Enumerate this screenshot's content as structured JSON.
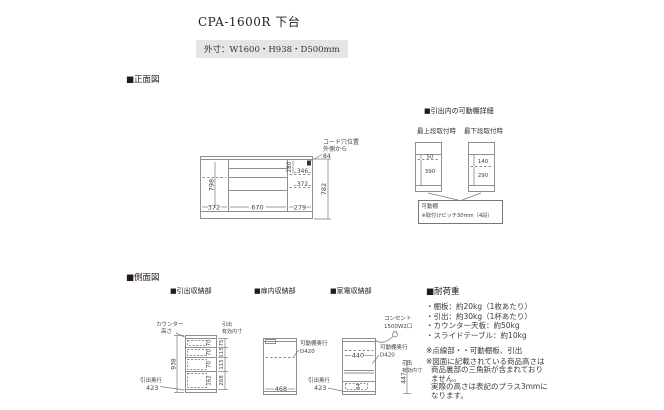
{
  "page": {
    "title": "CPA-1600R 下台",
    "outer_size": "外寸：W1600・H938・D500mm"
  },
  "sections": {
    "front": "■正面図",
    "side": "■側面図",
    "shelf_detail": "■引出内の可動棚詳細",
    "load": "■耐荷重"
  },
  "front_view": {
    "width_left": "372",
    "width_mid": "670",
    "width_right": "279",
    "height_inner": "798",
    "height_total": "782",
    "upper_height": "280",
    "niche_width": "346",
    "niche_width2": "372",
    "cord_hole": {
      "line1": "コード穴位置",
      "line2": "外側から",
      "value": "84"
    }
  },
  "shelf_detail": {
    "top_position_label": "最上段取付時",
    "bottom_position_label": "最下段取付時",
    "top_position": {
      "above": "50",
      "below": "390"
    },
    "bottom_position": {
      "above": "140",
      "below": "290"
    },
    "note": {
      "line1": "可動棚",
      "line2": "※取付けピッチ30mm（4段）"
    }
  },
  "side_views": {
    "drawer": {
      "label": "■引出収納部",
      "counter_line1": "カウンター",
      "counter_line2": "高さ",
      "total_height": "938",
      "depth_label": "引出奥行",
      "depth_value": "423",
      "inner_label_line1": "引出",
      "inner_label_line2": "有効内寸",
      "front_heights": [
        "70",
        "70",
        "70",
        "162"
      ],
      "inner_heights": [
        "75",
        "115",
        "115",
        "268"
      ]
    },
    "door": {
      "label": "■扉内収納部",
      "shelf_depth_line1": "可動棚奥行",
      "shelf_depth_line2": "D420",
      "inner_depth": "468"
    },
    "appliance": {
      "label": "■家電収納部",
      "outlet_line1": "コンセント",
      "outlet_line2": "1500W2口",
      "inner_width": "440",
      "shelf_depth_line1": "可動棚奥行",
      "shelf_depth_line2": "D420",
      "inner_label_line1": "引出",
      "inner_label_line2": "有効内寸",
      "inner_height": "447",
      "drawer_inner_height": "94",
      "depth_label": "引出奥行",
      "depth_value": "423"
    }
  },
  "notes": {
    "load_items": [
      "・棚板：約20kg（1枚あたり）",
      "・引出：約30kg（1杯あたり）",
      "・カウンター天板：約50kg",
      "・スライドテーブル：約10kg"
    ],
    "dotted": "※点線部・・可動棚板、引出",
    "height_note": [
      "※図面に記載されている商品高さは",
      "商品裏部の三角鋲が含まれており",
      "ません。",
      "実際の高さは表記のプラス3mmに",
      "なります。"
    ]
  }
}
